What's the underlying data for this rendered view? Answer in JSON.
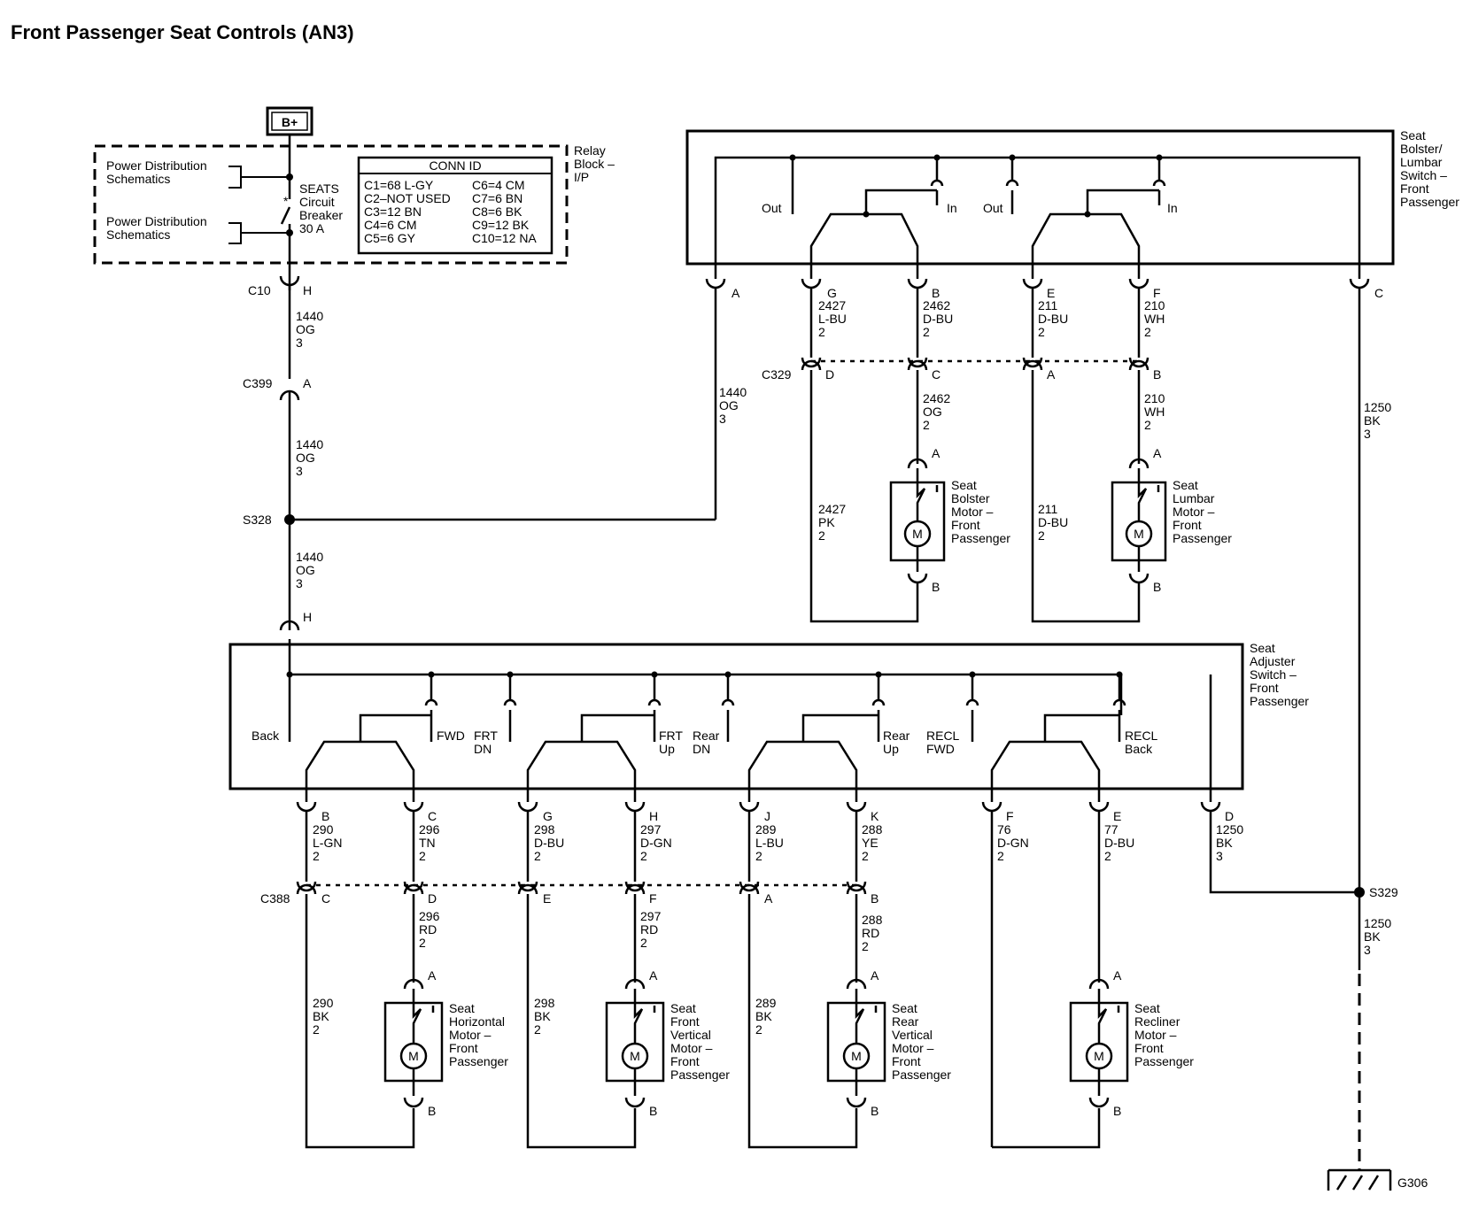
{
  "title": "Front Passenger Seat Controls (AN3)",
  "power": {
    "bplus": "B+"
  },
  "relay_block": {
    "label": [
      "Relay",
      "Block –",
      "I/P"
    ],
    "pds1": [
      "Power Distribution",
      "Schematics"
    ],
    "pds2": [
      "Power Distribution",
      "Schematics"
    ],
    "breaker": [
      "SEATS",
      "Circuit",
      "Breaker",
      "30 A"
    ],
    "conn_header": "CONN ID",
    "conn_left": [
      "C1=68 L-GY",
      "C2–NOT USED",
      "C3=12 BN",
      "C4=6 CM",
      "C5=6 GY"
    ],
    "conn_right": [
      "C6=4 CM",
      "C7=6 BN",
      "C8=6 BK",
      "C9=12 BK",
      "C10=12 NA"
    ]
  },
  "main_feed": {
    "c10": "C10",
    "c10_pin": "H",
    "w1": [
      "1440",
      "OG",
      "3"
    ],
    "c399": "C399",
    "c399_pin": "A",
    "w2": [
      "1440",
      "OG",
      "3"
    ],
    "s328": "S328",
    "w3": [
      "1440",
      "OG",
      "3"
    ],
    "h_pin": "H"
  },
  "bolster_switch": {
    "label": [
      "Seat",
      "Bolster/",
      "Lumbar",
      "Switch –",
      "Front",
      "Passenger"
    ],
    "out1": "Out",
    "in1": "In",
    "out2": "Out",
    "in2": "In",
    "pin_a": "A",
    "pin_g": "G",
    "pin_b": "B",
    "pin_e": "E",
    "pin_f": "F",
    "pin_c": "C",
    "feed_wire": [
      "1440",
      "OG",
      "3"
    ],
    "wire_g": [
      "2427",
      "L-BU",
      "2"
    ],
    "wire_b": [
      "2462",
      "D-BU",
      "2"
    ],
    "wire_e": [
      "211",
      "D-BU",
      "2"
    ],
    "wire_f": [
      "210",
      "WH",
      "2"
    ],
    "wire_c": [
      "1250",
      "BK",
      "3"
    ]
  },
  "c329": {
    "label": "C329",
    "pin_d": "D",
    "pin_c": "C",
    "pin_a": "A",
    "pin_b": "B",
    "w_d": [
      "2427",
      "PK",
      "2"
    ],
    "w_c": [
      "2462",
      "OG",
      "2"
    ],
    "w_a": [
      "211",
      "D-BU",
      "2"
    ],
    "w_b": [
      "210",
      "WH",
      "2"
    ]
  },
  "bolster_motor": {
    "label": [
      "Seat",
      "Bolster",
      "Motor –",
      "Front",
      "Passenger"
    ],
    "pin_a": "A",
    "pin_b": "B",
    "m": "M"
  },
  "lumbar_motor": {
    "label": [
      "Seat",
      "Lumbar",
      "Motor –",
      "Front",
      "Passenger"
    ],
    "pin_a": "A",
    "pin_b": "B",
    "m": "M"
  },
  "adjuster_switch": {
    "label": [
      "Seat",
      "Adjuster",
      "Switch –",
      "Front",
      "Passenger"
    ],
    "back": "Back",
    "fwd": "FWD",
    "frt_dn": [
      "FRT",
      "DN"
    ],
    "frt_up": [
      "FRT",
      "Up"
    ],
    "rear_dn": [
      "Rear",
      "DN"
    ],
    "rear_up": [
      "Rear",
      "Up"
    ],
    "recl_fwd": [
      "RECL",
      "FWD"
    ],
    "recl_back": [
      "RECL",
      "Back"
    ],
    "pins": [
      "B",
      "C",
      "G",
      "H",
      "J",
      "K",
      "F",
      "E",
      "D"
    ],
    "wires": [
      [
        "290",
        "L-GN",
        "2"
      ],
      [
        "296",
        "TN",
        "2"
      ],
      [
        "298",
        "D-BU",
        "2"
      ],
      [
        "297",
        "D-GN",
        "2"
      ],
      [
        "289",
        "L-BU",
        "2"
      ],
      [
        "288",
        "YE",
        "2"
      ],
      [
        "76",
        "D-GN",
        "2"
      ],
      [
        "77",
        "D-BU",
        "2"
      ],
      [
        "1250",
        "BK",
        "3"
      ]
    ]
  },
  "c388": {
    "label": "C388",
    "pins": [
      "C",
      "D",
      "E",
      "F",
      "A",
      "B"
    ],
    "w_d": [
      "296",
      "RD",
      "2"
    ],
    "w_f": [
      "297",
      "RD",
      "2"
    ],
    "w_b": [
      "288",
      "RD",
      "2"
    ],
    "w_c": [
      "290",
      "BK",
      "2"
    ],
    "w_e": [
      "298",
      "BK",
      "2"
    ],
    "w_a": [
      "289",
      "BK",
      "2"
    ]
  },
  "motors": [
    {
      "label": [
        "Seat",
        "Horizontal",
        "Motor –",
        "Front",
        "Passenger"
      ],
      "pin_a": "A",
      "pin_b": "B",
      "m": "M"
    },
    {
      "label": [
        "Seat",
        "Front",
        "Vertical",
        "Motor –",
        "Front",
        "Passenger"
      ],
      "pin_a": "A",
      "pin_b": "B",
      "m": "M"
    },
    {
      "label": [
        "Seat",
        "Rear",
        "Vertical",
        "Motor –",
        "Front",
        "Passenger"
      ],
      "pin_a": "A",
      "pin_b": "B",
      "m": "M"
    },
    {
      "label": [
        "Seat",
        "Recliner",
        "Motor –",
        "Front",
        "Passenger"
      ],
      "pin_a": "A",
      "pin_b": "B",
      "m": "M"
    }
  ],
  "ground": {
    "s329": "S329",
    "wire": [
      "1250",
      "BK",
      "3"
    ],
    "g306": "G306"
  }
}
